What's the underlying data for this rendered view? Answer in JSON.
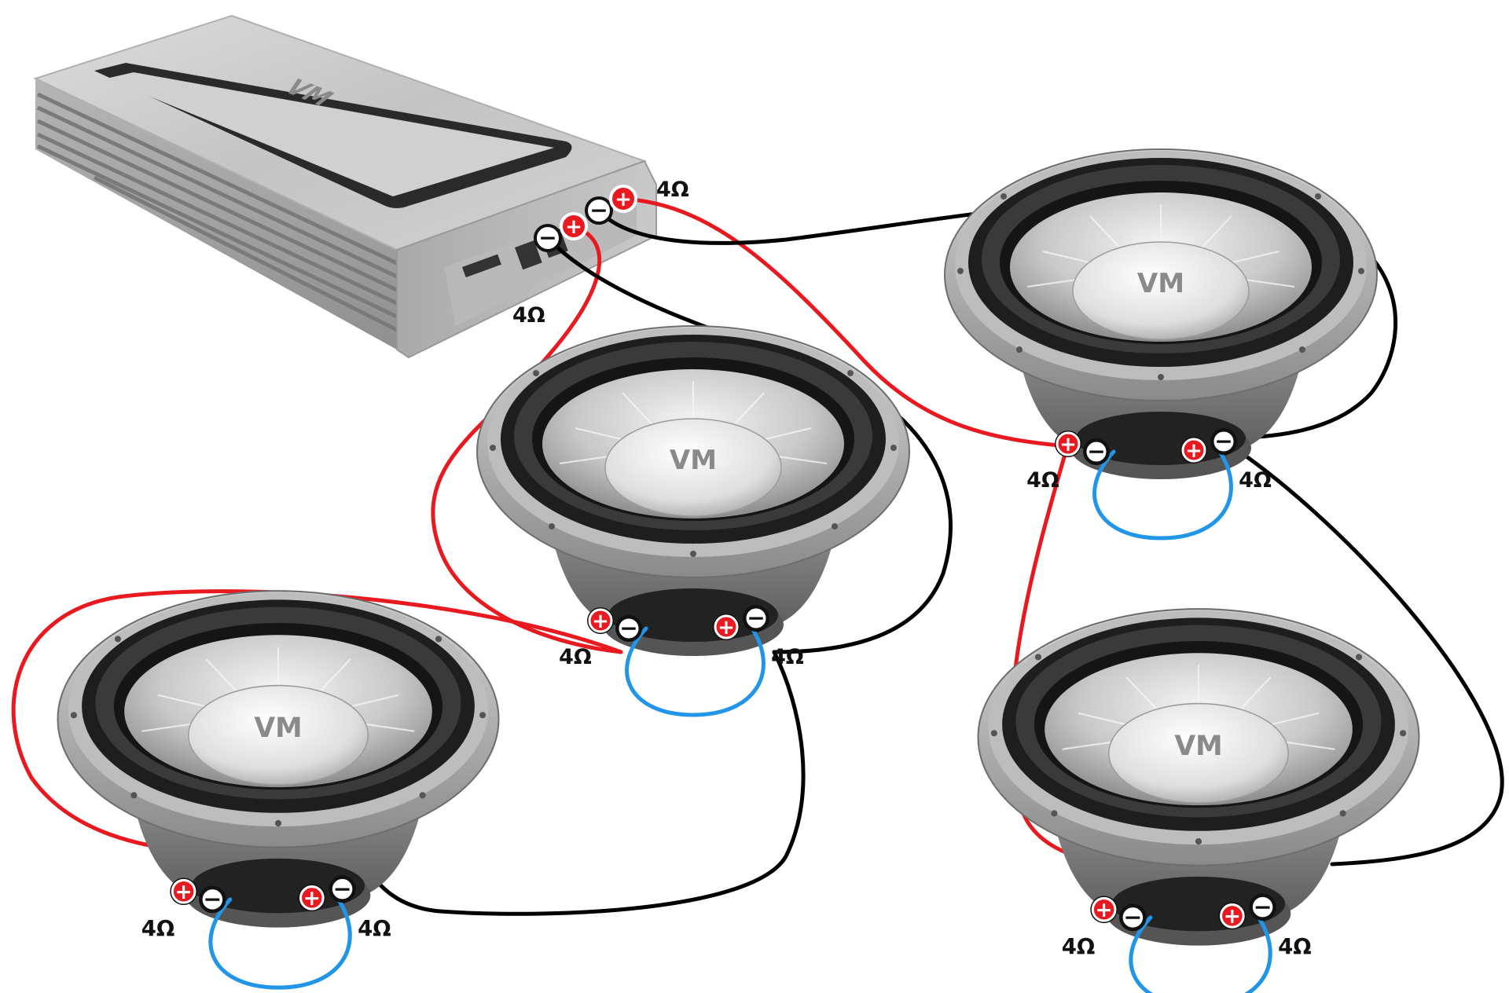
{
  "diagram": {
    "brand_mark": "VM",
    "amplifier": {
      "channels": [
        {
          "id": "ch1",
          "load_label": "4Ω"
        },
        {
          "id": "ch2",
          "load_label": "4Ω"
        }
      ]
    },
    "subwoofers": [
      {
        "id": "sub-top-right",
        "coil_a_label": "4Ω",
        "coil_b_label": "4Ω"
      },
      {
        "id": "sub-center",
        "coil_a_label": "4Ω",
        "coil_b_label": "4Ω"
      },
      {
        "id": "sub-bottom-left",
        "coil_a_label": "4Ω",
        "coil_b_label": "4Ω"
      },
      {
        "id": "sub-bottom-right",
        "coil_a_label": "4Ω",
        "coil_b_label": "4Ω"
      }
    ],
    "terminal_symbols": {
      "positive": "+",
      "negative": "−"
    },
    "colors": {
      "positive_wire": "#e8191f",
      "negative_wire": "#000000",
      "jumper_wire": "#2196e8",
      "amp_body": "#c8c8c8",
      "terminal_positive": "#e8191f",
      "terminal_negative": "#ffffff"
    }
  }
}
